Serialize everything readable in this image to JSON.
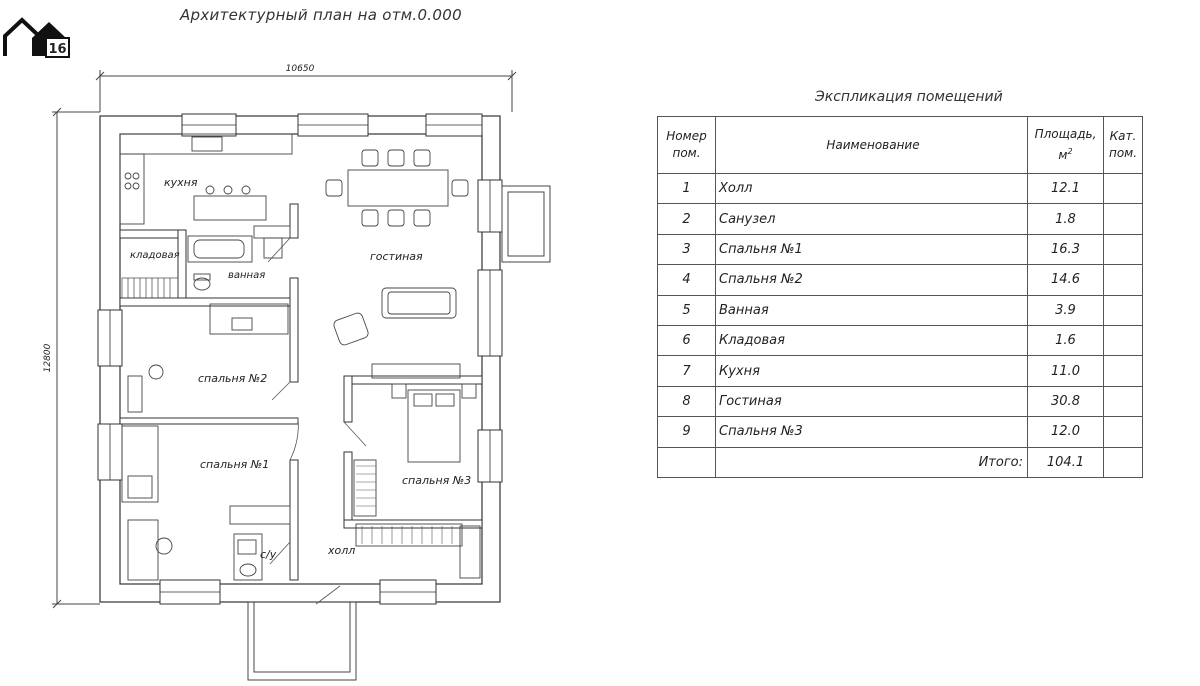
{
  "plan": {
    "title": "Архитектурный план на отм.0.000",
    "dim_width": "10650",
    "dim_height": "12800",
    "rooms": {
      "kitchen": "кухня",
      "pantry": "кладовая",
      "bath": "ванная",
      "living": "гостиная",
      "bedroom2": "спальня №2",
      "bedroom1": "спальня №1",
      "bedroom3": "спальня №3",
      "wc": "с/у",
      "hall": "холл"
    }
  },
  "logo": {
    "badge": "16"
  },
  "explication": {
    "title": "Экспликация помещений",
    "headers": {
      "num_line1": "Номер",
      "num_line2": "пом.",
      "name": "Наименование",
      "area_line1": "Площадь,",
      "area_line2": "м",
      "area_sup": "2",
      "cat_line1": "Кат.",
      "cat_line2": "пом."
    },
    "rows": [
      {
        "num": "1",
        "name": "Холл",
        "area": "12.1"
      },
      {
        "num": "2",
        "name": "Санузел",
        "area": "1.8"
      },
      {
        "num": "3",
        "name": "Спальня №1",
        "area": "16.3"
      },
      {
        "num": "4",
        "name": "Спальня №2",
        "area": "14.6"
      },
      {
        "num": "5",
        "name": "Ванная",
        "area": "3.9"
      },
      {
        "num": "6",
        "name": "Кладовая",
        "area": "1.6"
      },
      {
        "num": "7",
        "name": "Кухня",
        "area": "11.0"
      },
      {
        "num": "8",
        "name": "Гостиная",
        "area": "30.8"
      },
      {
        "num": "9",
        "name": "Спальня №3",
        "area": "12.0"
      }
    ],
    "total_label": "Итого:",
    "total_value": "104.1"
  }
}
